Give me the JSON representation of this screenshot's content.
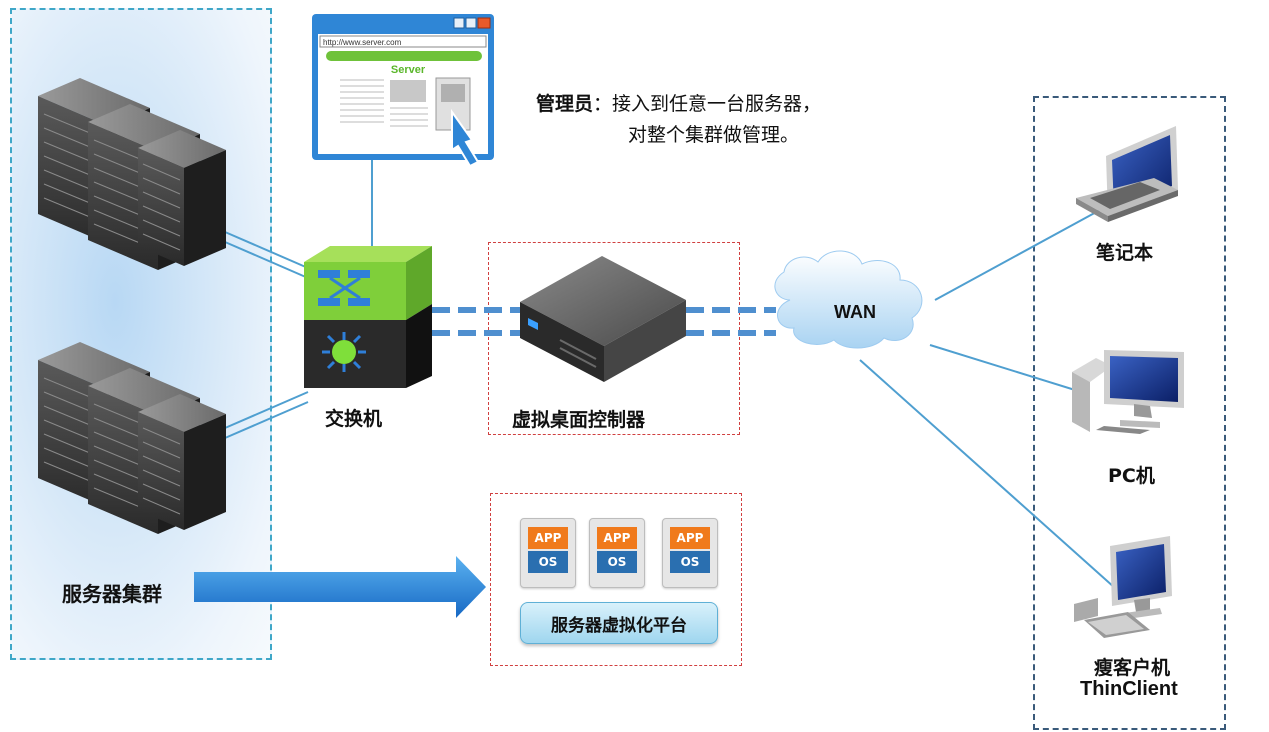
{
  "admin": {
    "title": "管理员",
    "separator": "：",
    "line1": "接入到任意一台服务器，",
    "line2": "对整个集群做管理。"
  },
  "browser": {
    "url": "http://www.server.com",
    "banner": "Server"
  },
  "nodes": {
    "switch": "交换机",
    "controller": "虚拟桌面控制器",
    "wan": "WAN",
    "cluster": "服务器集群",
    "platform": "服务器虚拟化平台",
    "laptop": "笔记本",
    "pc": "PC机",
    "thin_client": "瘦客户机",
    "thin_client_en": "ThinClient"
  },
  "vms": [
    {
      "app": "APP",
      "os": "OS"
    },
    {
      "app": "APP",
      "os": "OS"
    },
    {
      "app": "APP",
      "os": "OS"
    }
  ],
  "colors": {
    "link": "#4f9fd0",
    "cluster_border": "#3fa7c8",
    "switch_green": "#7fcf3a",
    "arrow_blue": "#1f7fd8",
    "dashed_red": "#d04040",
    "app_orange": "#f07a1c",
    "os_blue": "#2a6fb0"
  }
}
